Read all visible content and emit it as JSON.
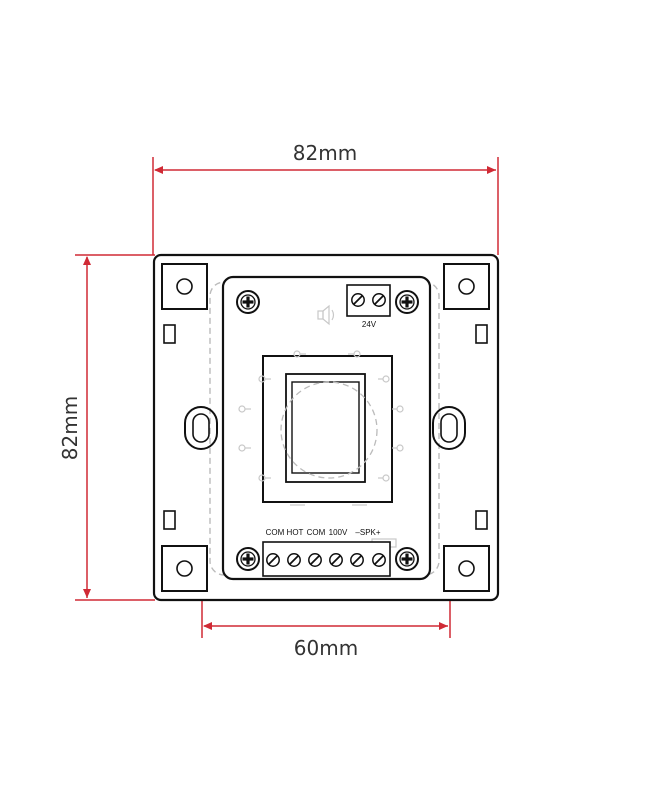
{
  "dimensions": {
    "width_label": "82mm",
    "height_label": "82mm",
    "hole_spacing_label": "60mm"
  },
  "terminals": {
    "top_label": "24V",
    "bottom_labels": [
      "COM",
      "HOT",
      "COM",
      "100V",
      "–SPK+"
    ]
  },
  "colors": {
    "dimension_line": "#d02a35",
    "outline": "#111111",
    "dashed_outline": "#bbbbbb",
    "dimension_text": "#333333"
  },
  "icons": [
    "screw-icon",
    "speaker-icon"
  ]
}
